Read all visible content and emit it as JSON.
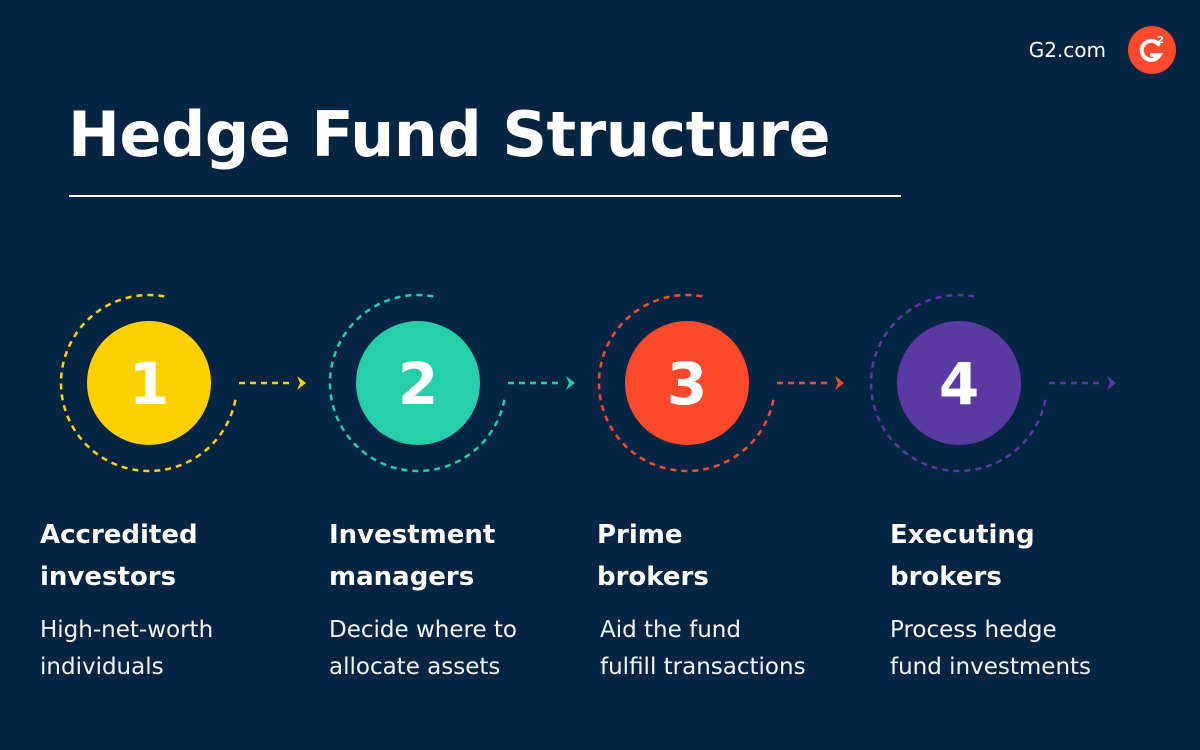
{
  "brand": {
    "site": "G2.com",
    "logo_icon": "g2-logo-icon",
    "logo_color": "#ff492c"
  },
  "title": "Hedge Fund Structure",
  "colors": {
    "background": "#062543"
  },
  "steps": [
    {
      "number": "1",
      "title": "Accredited\ninvestors",
      "description": "High-net-worth\nindividuals",
      "color": "#ffd000"
    },
    {
      "number": "2",
      "title": "Investment\nmanagers",
      "description": "Decide where to\nallocate assets",
      "color": "#27ceaa"
    },
    {
      "number": "3",
      "title": "Prime\nbrokers",
      "description": "Aid the fund\nfulfill transactions",
      "color": "#ff492c"
    },
    {
      "number": "4",
      "title": "Executing\nbrokers",
      "description": "Process hedge\nfund investments",
      "color": "#5a39a2"
    }
  ]
}
